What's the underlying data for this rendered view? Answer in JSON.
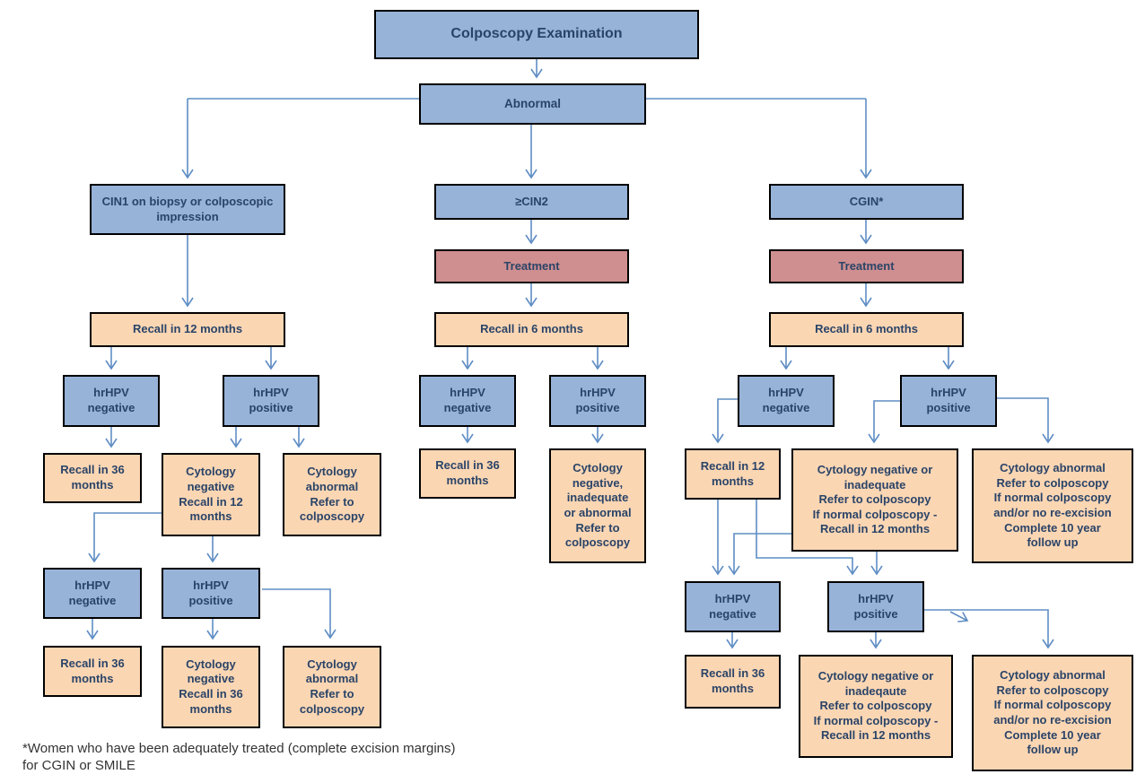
{
  "diagram": {
    "type": "flowchart",
    "colors": {
      "node_blue": "#97b3d8",
      "node_red": "#cf8e8f",
      "node_orange": "#fbd6b3",
      "connector_blue": "#5f8dc4",
      "node_text": "#2a4468",
      "node_border": "#000000"
    },
    "nodes": {
      "title": "Colposcopy Examination",
      "abnormal": "Abnormal",
      "cin1": "CIN1 on biopsy or colposcopic\nimpression",
      "cin2": "≥CIN2",
      "cgin": "CGIN*",
      "treatment": "Treatment",
      "recall_12_months_wide": "Recall in 12 months",
      "recall_6_months": "Recall in 6 months",
      "hrhpv_negative": "hrHPV\nnegative",
      "hrhpv_positive": "hrHPV\npositive",
      "recall_36_months": "Recall in 36\nmonths",
      "recall_12_months_small": "Recall in 12\nmonths",
      "cytology_negative_recall_12": "Cytology\nnegative\nRecall in 12\nmonths",
      "cytology_negative_recall_36": "Cytology\nnegative\nRecall in 36\nmonths",
      "cytology_abnormal_refer": "Cytology\nabnormal\nRefer to\ncolposcopy",
      "cytology_neg_inadequate_abnormal_refer": "Cytology\nnegative,\ninadequate\nor abnormal\nRefer to\ncolposcopy",
      "cytology_neg_or_inadequate_recall12": "Cytology negative or\ninadequate\nRefer to colposcopy\nIf normal colposcopy -\nRecall in 12 months",
      "cytology_neg_or_inadeqaute_recall12": "Cytology negative or\ninadeqaute\nRefer to colposcopy\nIf normal colposcopy -\nRecall in 12 months",
      "cytology_abnormal_10yr_followup": "Cytology abnormal\nRefer to colposcopy\nIf normal colposcopy\nand/or no re-excision\nComplete 10 year\nfollow up"
    },
    "footnote": "*Women who have been adequately treated (complete excision margins)\nfor CGIN or SMILE"
  }
}
